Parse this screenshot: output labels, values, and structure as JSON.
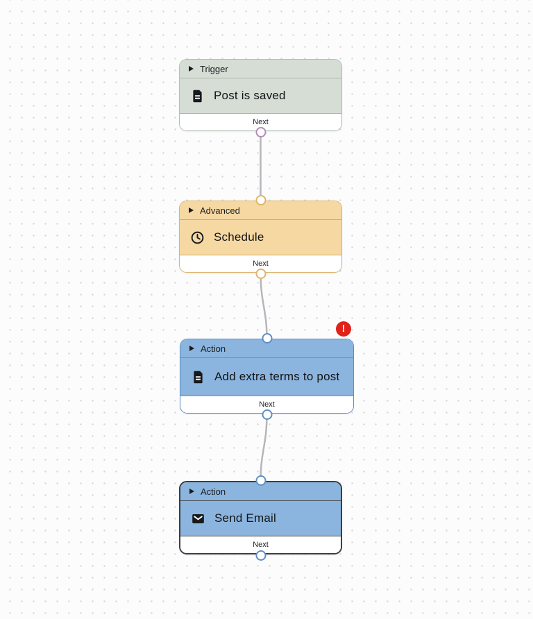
{
  "canvas": {
    "edge_color": "#b5b5ba",
    "dot_color": "#d7d7da",
    "background": "#fcfcfd"
  },
  "error_badge": {
    "glyph": "!",
    "color": "#e02019"
  },
  "nodes": [
    {
      "header": "Trigger",
      "title": "Post is saved",
      "footer": "Next",
      "icon": "file-text-icon",
      "has_error": false,
      "colors": {
        "bg": "#d5ddd4",
        "border": "#b2c0b0",
        "divider": "#aab8a7",
        "port": "#b48ab6"
      }
    },
    {
      "header": "Advanced",
      "title": "Schedule",
      "footer": "Next",
      "icon": "clock-icon",
      "has_error": false,
      "colors": {
        "bg": "#f6d8a2",
        "border": "#dcb56a",
        "divider": "#d3ab5c",
        "port": "#dcb56a"
      }
    },
    {
      "header": "Action",
      "title": "Add extra terms to post",
      "footer": "Next",
      "icon": "file-text-icon",
      "has_error": true,
      "colors": {
        "bg": "#8bb5de",
        "border": "#5d8fc4",
        "divider": "#6591bc",
        "port": "#5d8fc4"
      }
    },
    {
      "header": "Action",
      "title": "Send Email",
      "footer": "Next",
      "icon": "envelope-icon",
      "has_error": false,
      "colors": {
        "bg": "#8bb5de",
        "border": "#3a3f46",
        "divider": "#4d5258",
        "port": "#5d8fc4"
      }
    }
  ]
}
